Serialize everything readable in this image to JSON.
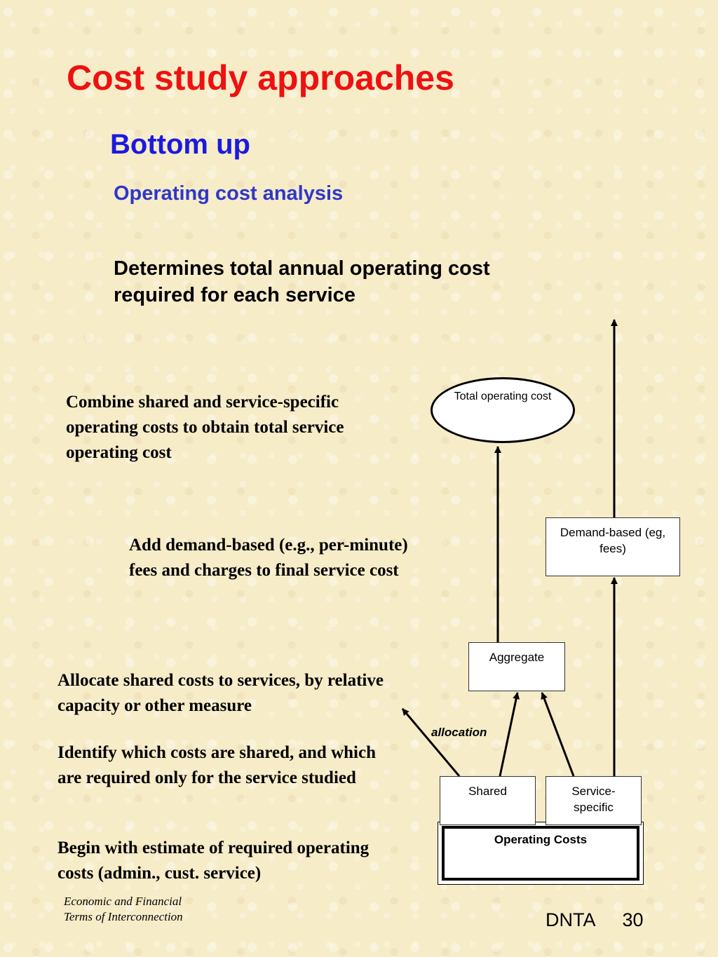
{
  "title": "Cost study approaches",
  "subtitle": "Bottom up",
  "section": "Operating cost analysis",
  "description": "Determines total annual operating cost required for each service",
  "steps": {
    "combine": "Combine shared and service-specific operating costs to obtain total service operating cost",
    "add_demand": "Add demand-based (e.g., per-minute) fees and charges to final service cost",
    "allocate": "Allocate shared costs to services, by relative capacity or other measure",
    "identify": "Identify which costs are shared, and which are required only for the service studied",
    "begin": "Begin with estimate of required operating costs (admin., cust. service)"
  },
  "diagram": {
    "total": "Total operating cost",
    "demand": "Demand-based (eg, fees)",
    "aggregate": "Aggregate",
    "allocation": "allocation",
    "shared": "Shared",
    "service_specific": "Service-specific",
    "operating_costs": "Operating Costs"
  },
  "footer": {
    "left": "Economic and Financial Terms of Interconnection",
    "org": "DNTA",
    "page": "30"
  }
}
